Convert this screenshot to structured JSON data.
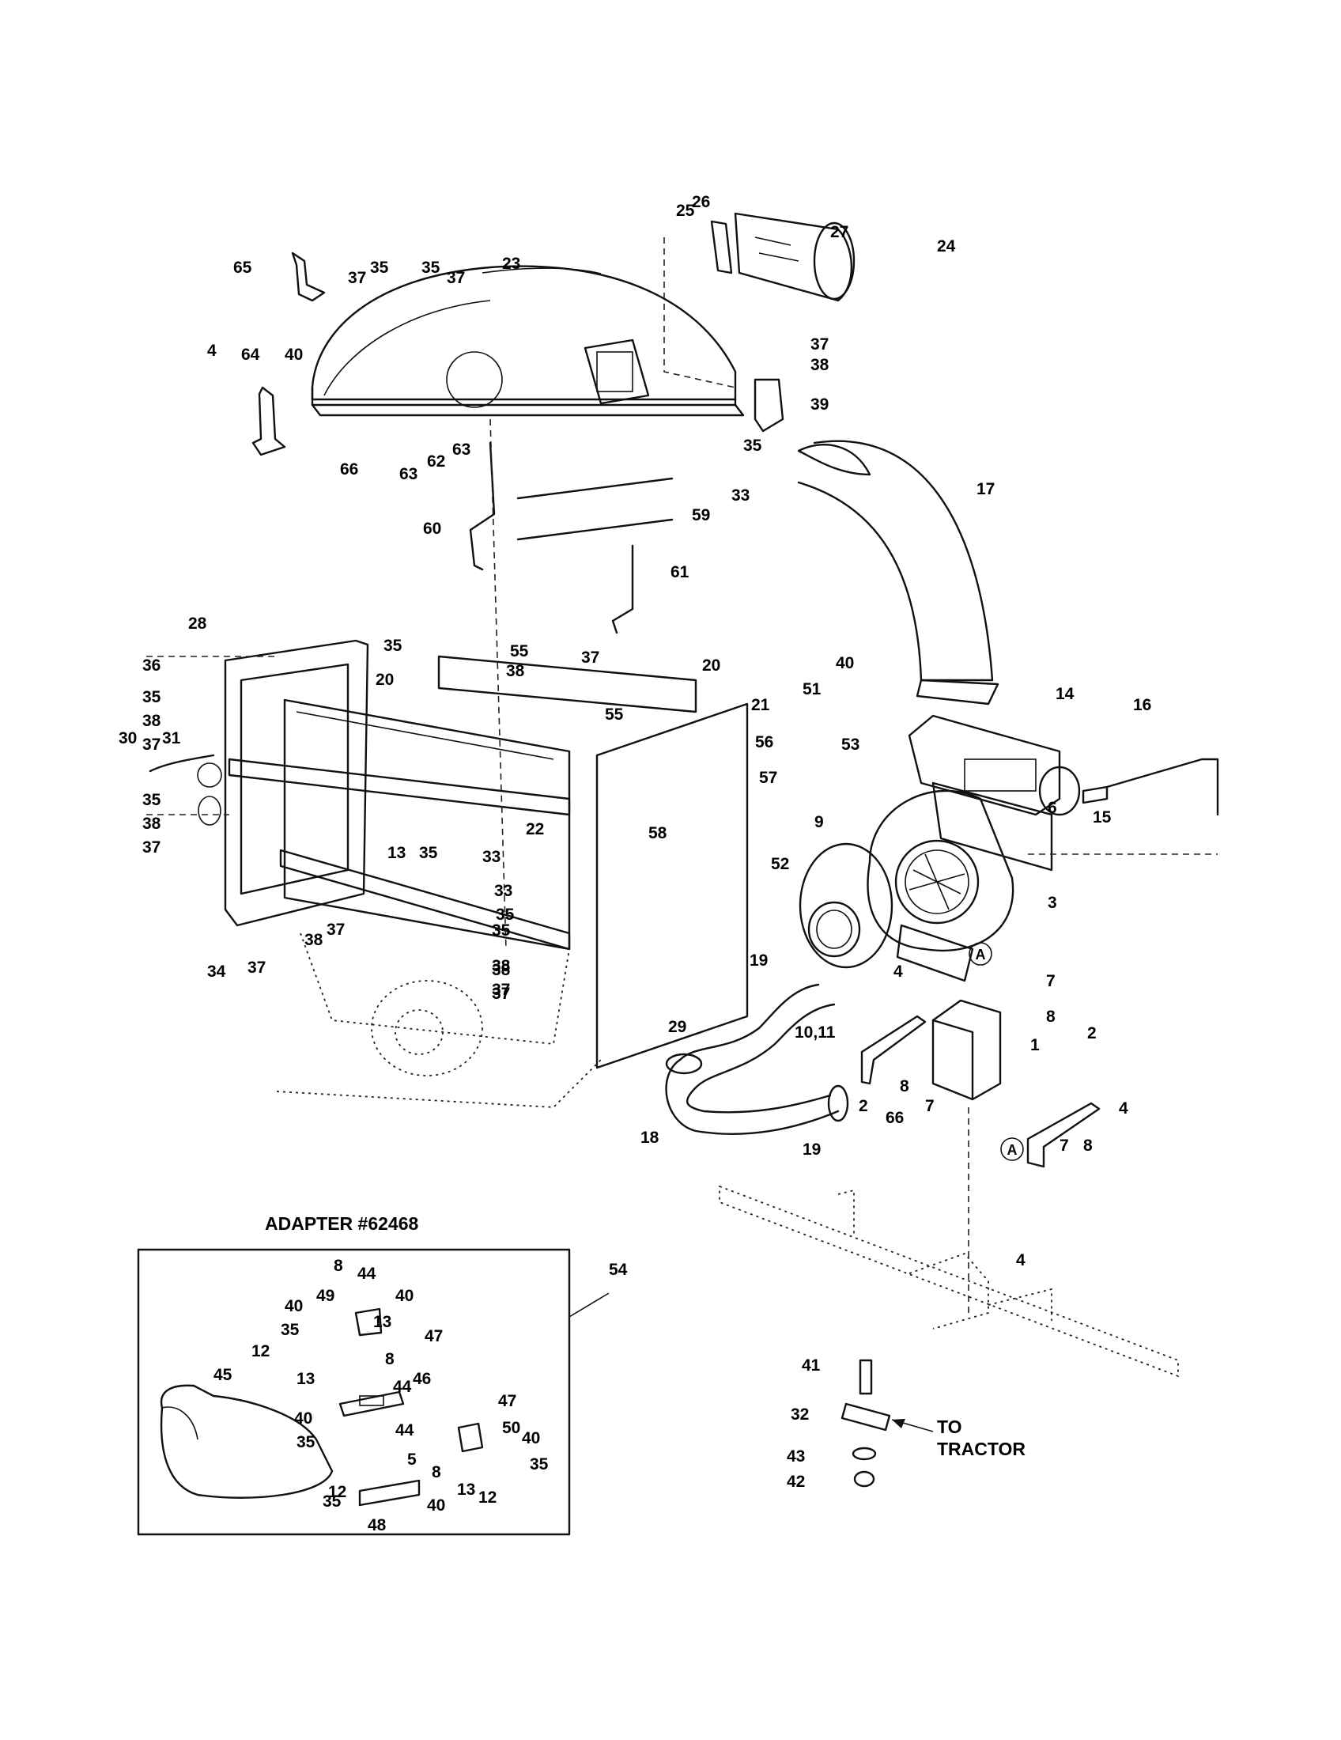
{
  "adapter_box": {
    "title": "ADAPTER #62468",
    "callout": "54"
  },
  "note": {
    "line1": "TO",
    "line2": "TRACTOR"
  },
  "ref_marks": [
    "A",
    "A"
  ],
  "callouts": [
    "25",
    "26",
    "27",
    "24",
    "65",
    "23",
    "37",
    "35",
    "35",
    "37",
    "4",
    "64",
    "40",
    "66",
    "63",
    "62",
    "63",
    "37",
    "38",
    "39",
    "35",
    "33",
    "17",
    "59",
    "60",
    "61",
    "28",
    "36",
    "35",
    "38",
    "37",
    "35",
    "55",
    "38",
    "37",
    "20",
    "20",
    "21",
    "55",
    "30",
    "31",
    "35",
    "38",
    "37",
    "13",
    "35",
    "33",
    "22",
    "56",
    "57",
    "58",
    "35",
    "38",
    "37",
    "34",
    "37",
    "38",
    "37",
    "33",
    "35",
    "38",
    "37",
    "40",
    "51",
    "14",
    "16",
    "53",
    "15",
    "6",
    "9",
    "3",
    "52",
    "4",
    "19",
    "10,11",
    "29",
    "7",
    "8",
    "1",
    "2",
    "2",
    "8",
    "66",
    "7",
    "4",
    "7",
    "8",
    "18",
    "19",
    "4",
    "41",
    "32",
    "43",
    "42",
    "8",
    "44",
    "49",
    "40",
    "40",
    "13",
    "35",
    "12",
    "47",
    "45",
    "13",
    "8",
    "44",
    "46",
    "40",
    "47",
    "50",
    "35",
    "44",
    "5",
    "40",
    "35",
    "8",
    "13",
    "12",
    "12",
    "35",
    "40",
    "48",
    "13"
  ]
}
